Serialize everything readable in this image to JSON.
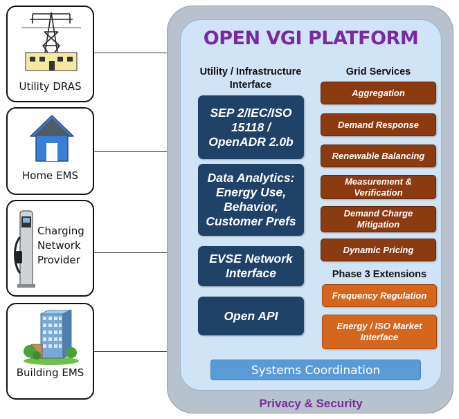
{
  "platform": {
    "title": "OPEN VGI PLATFORM",
    "footer": "Privacy & Security",
    "systems_coordination": "Systems Coordination"
  },
  "left_column": {
    "heading_line1": "Utility / Infrastructure",
    "heading_line2": "Interface",
    "boxes": [
      {
        "line1": "SEP 2/IEC/ISO",
        "line2": "15118 /",
        "line3": "OpenADR 2.0b"
      },
      {
        "line1": "Data Analytics:",
        "line2": "Energy Use,",
        "line3": "Behavior,",
        "line4": "Customer Prefs"
      },
      {
        "line1": "EVSE Network",
        "line2": "Interface"
      },
      {
        "line1": "Open API"
      }
    ]
  },
  "grid_services": {
    "heading": "Grid Services",
    "items": [
      {
        "line1": "Aggregation"
      },
      {
        "line1": "Demand Response"
      },
      {
        "line1": "Renewable Balancing"
      },
      {
        "line1": "Measurement &",
        "line2": "Verification"
      },
      {
        "line1": "Demand Charge",
        "line2": "Mitigation"
      },
      {
        "line1": "Dynamic Pricing"
      }
    ]
  },
  "phase3": {
    "heading": "Phase 3 Extensions",
    "items": [
      {
        "line1": "Frequency Regulation"
      },
      {
        "line1": "Energy / ISO Market",
        "line2": "Interface"
      }
    ]
  },
  "external": {
    "utility": "Utility DRAS",
    "home": "Home EMS",
    "charging_line1": "Charging",
    "charging_line2": "Network",
    "charging_line3": "Provider",
    "building": "Building EMS"
  },
  "colors": {
    "title_purple": "#7a2aa0",
    "navy_box": "#1e4268",
    "brown_box": "#8c3a10",
    "orange_box": "#d4661e",
    "coord_blue": "#5b9bd5"
  }
}
